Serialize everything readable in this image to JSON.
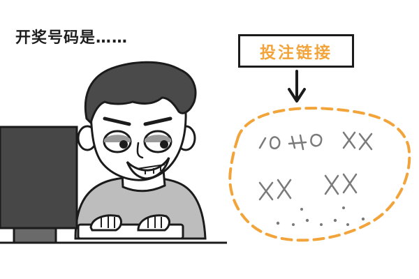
{
  "caption": "开奖号码是……",
  "link_label": "投注链接",
  "colors": {
    "accent_orange": "#f2a43a",
    "outline": "#1b1b1b",
    "monitor": "#474747",
    "shirt": "#bdbdbd",
    "hair": "#4a4a4a",
    "skin": "#ffffff"
  },
  "icons": {
    "arrow": "down-arrow-icon",
    "bubble": "dashed-thought-bubble"
  }
}
